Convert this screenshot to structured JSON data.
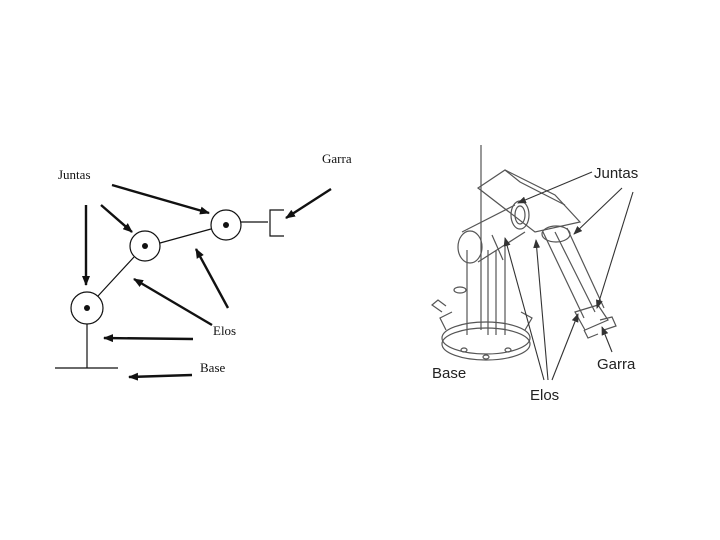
{
  "left_diagram": {
    "labels": {
      "juntas": "Juntas",
      "garra": "Garra",
      "elos": "Elos",
      "base": "Base"
    }
  },
  "right_illustration": {
    "labels": {
      "juntas": "Juntas",
      "garra": "Garra",
      "elos": "Elos",
      "base": "Base"
    }
  },
  "colors": {
    "ink": "#111111",
    "sketch": "#555555",
    "background": "#ffffff"
  }
}
